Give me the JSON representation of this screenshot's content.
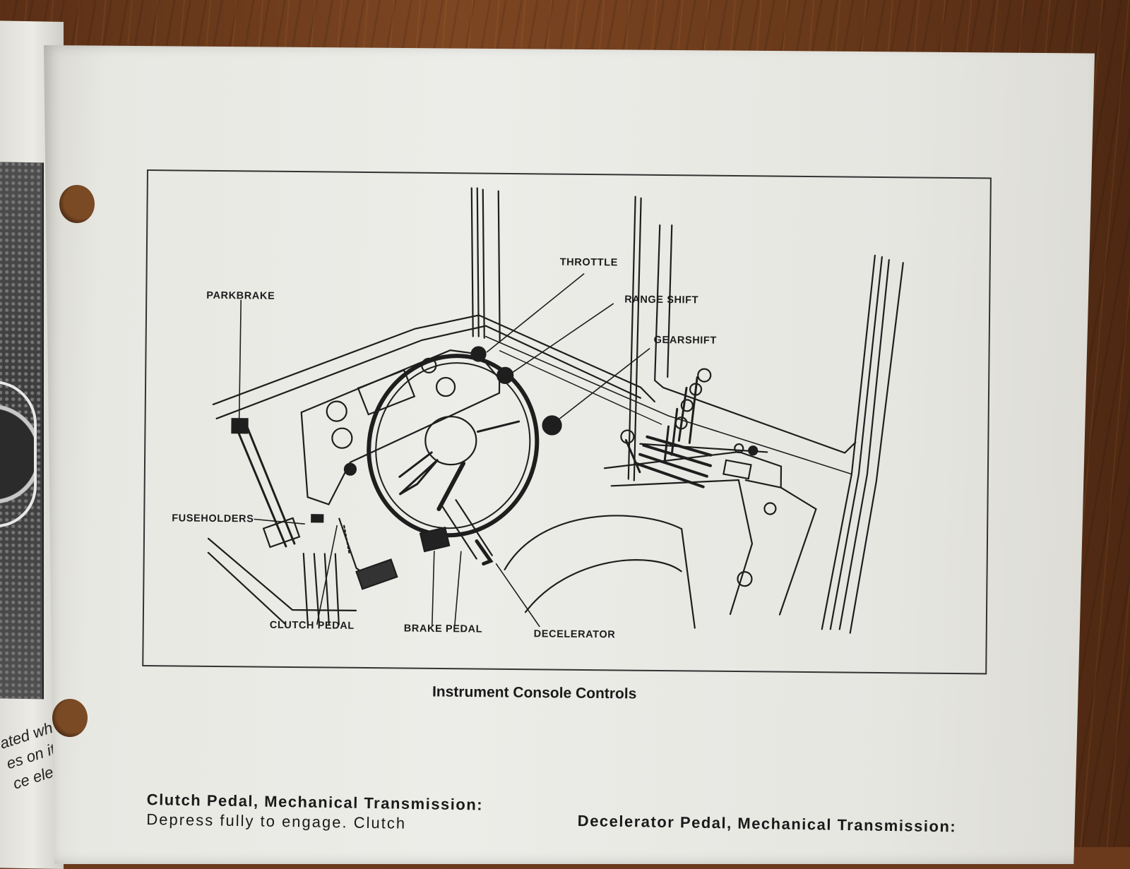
{
  "left_page": {
    "text_lines": [
      "ated when F",
      "es on it is",
      "ce element"
    ]
  },
  "figure": {
    "callouts": {
      "parkbrake": "PARKBRAKE",
      "throttle": "THROTTLE",
      "range_shift": "RANGE SHIFT",
      "gearshift": "GEARSHIFT",
      "fuseholders": "FUSEHOLDERS",
      "clutch_pedal": "CLUTCH PEDAL",
      "brake_pedal": "BRAKE PEDAL",
      "decelerator": "DECELERATOR"
    },
    "caption": "Instrument Console Controls"
  },
  "sections": {
    "left_column": {
      "heading": "Clutch Pedal, Mechanical Transmission:",
      "body_start": "Depress fully to engage. Clutch"
    },
    "right_column": {
      "heading": "Decelerator Pedal, Mechanical Transmission:"
    }
  }
}
